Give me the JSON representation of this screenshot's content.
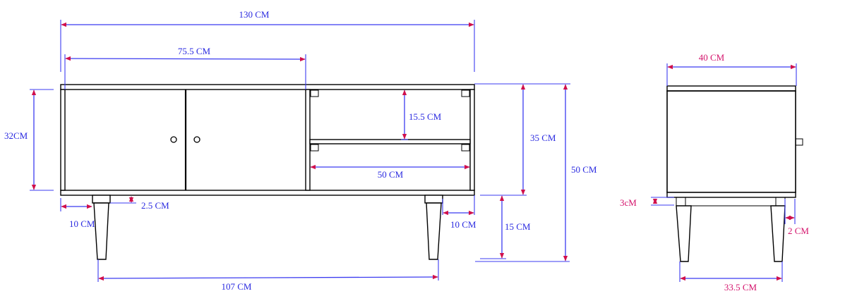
{
  "diagram": {
    "title": "TV cabinet dimension drawing",
    "colors": {
      "outline": "#000000",
      "dimension_line": "#3b3bf0",
      "arrowhead": "#d0104c",
      "front_label": "#2a2ae0",
      "side_label": "#d4146c"
    },
    "front_view": {
      "labels": {
        "total_width": "130 CM",
        "door_section_width": "75.5 CM",
        "door_height": "32CM",
        "shelf_height": "15.5 CM",
        "shelf_width": "50 CM",
        "body_height": "35 CM",
        "total_height": "50 CM",
        "leg_height": "15 CM",
        "left_leg_offset": "10 CM",
        "right_leg_offset": "10 CM",
        "leg_mount_height": "2.5 CM",
        "leg_span": "107 CM"
      }
    },
    "side_view": {
      "labels": {
        "depth": "40 CM",
        "base_frame_height": "3cM",
        "leg_inset": "2 CM",
        "leg_span": "33.5 CM"
      }
    }
  }
}
